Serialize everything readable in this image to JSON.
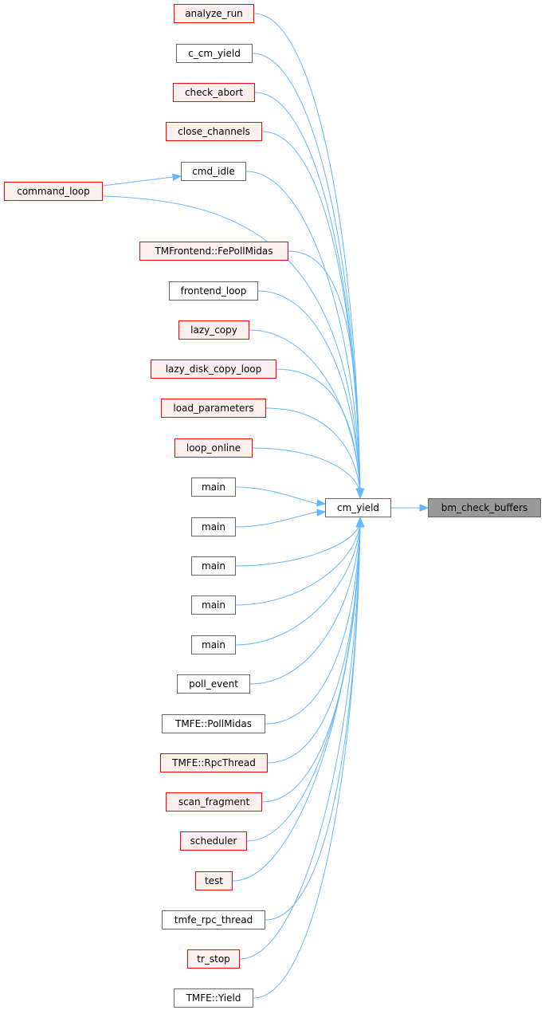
{
  "colors": {
    "edge": "#63b8ff",
    "node_border": "#666666",
    "node_border_truncated": "#ff0000",
    "node_fill_truncated": "#fff0f0",
    "node_fill_current": "#999999"
  },
  "target": {
    "label": "bm_check_buffers"
  },
  "hub": {
    "label": "cm_yield"
  },
  "callers": [
    {
      "label": "analyze_run",
      "truncated": true
    },
    {
      "label": "c_cm_yield",
      "truncated": false
    },
    {
      "label": "check_abort",
      "truncated": true
    },
    {
      "label": "close_channels",
      "truncated": true
    },
    {
      "label": "cmd_idle",
      "truncated": false
    },
    {
      "label": "TMFrontend::FePollMidas",
      "truncated": true
    },
    {
      "label": "frontend_loop",
      "truncated": false
    },
    {
      "label": "lazy_copy",
      "truncated": true
    },
    {
      "label": "lazy_disk_copy_loop",
      "truncated": true
    },
    {
      "label": "load_parameters",
      "truncated": true
    },
    {
      "label": "loop_online",
      "truncated": true
    },
    {
      "label": "main",
      "truncated": false
    },
    {
      "label": "main",
      "truncated": false
    },
    {
      "label": "main",
      "truncated": false
    },
    {
      "label": "main",
      "truncated": false
    },
    {
      "label": "main",
      "truncated": false
    },
    {
      "label": "poll_event",
      "truncated": false
    },
    {
      "label": "TMFE::PollMidas",
      "truncated": false
    },
    {
      "label": "TMFE::RpcThread",
      "truncated": true
    },
    {
      "label": "scan_fragment",
      "truncated": true
    },
    {
      "label": "scheduler",
      "truncated": true
    },
    {
      "label": "test",
      "truncated": true
    },
    {
      "label": "tmfe_rpc_thread",
      "truncated": false
    },
    {
      "label": "tr_stop",
      "truncated": true
    },
    {
      "label": "TMFE::Yield",
      "truncated": false
    }
  ],
  "second_level": {
    "label": "command_loop",
    "truncated": true
  }
}
